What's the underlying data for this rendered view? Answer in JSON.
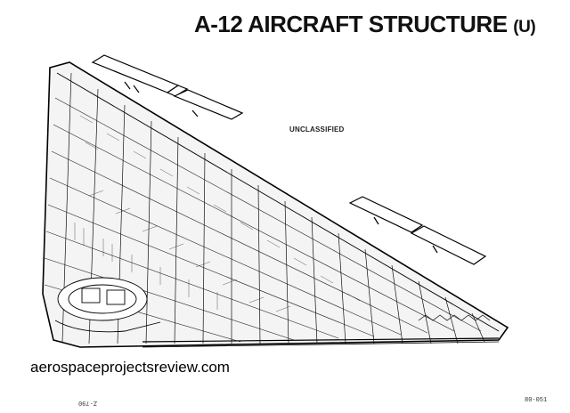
{
  "title": {
    "main": "A-12 AIRCRAFT STRUCTURE",
    "suffix": "(U)"
  },
  "classification": "UNCLASSIFIED",
  "watermark": "aerospaceprojectsreview.com",
  "footer": {
    "left_code": "Z-790",
    "right_code": "80-051"
  }
}
